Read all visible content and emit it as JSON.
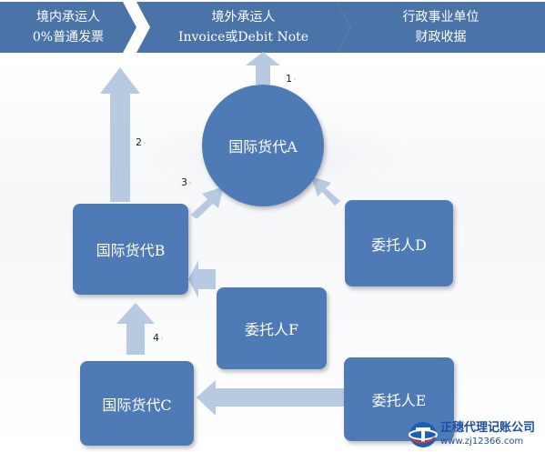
{
  "banners": [
    {
      "line1": "境内承运人",
      "line2": "0%普通发票"
    },
    {
      "line1": "境外承运人",
      "line2": "Invoice或Debit Note"
    },
    {
      "line1": "行政事业单位",
      "line2": "财政收据"
    }
  ],
  "nodes": {
    "forwarder_a": "国际货代A",
    "forwarder_b": "国际货代B",
    "forwarder_c": "国际货代C",
    "shipper_d": "委托人D",
    "shipper_e": "委托人E",
    "shipper_f": "委托人F"
  },
  "step_labels": [
    "1",
    "2",
    "3",
    "4"
  ],
  "logo": {
    "name": "正穗代理记账公司",
    "url": "www.zj12366.com"
  },
  "colors": {
    "banner": "#4a73a8",
    "node": "#4e7ab5",
    "arrow": "#b8c9e2"
  }
}
